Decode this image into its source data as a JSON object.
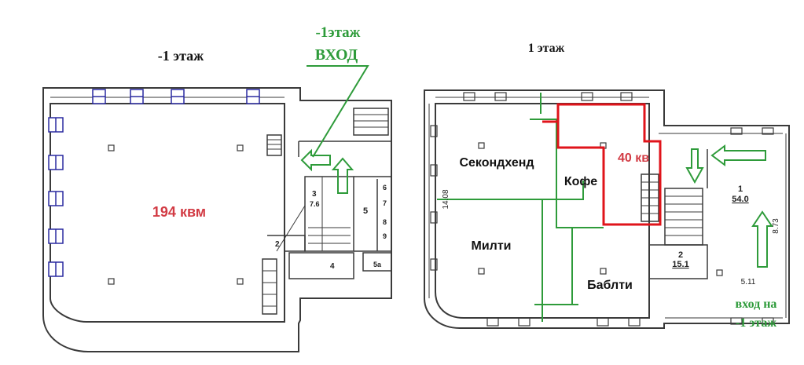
{
  "left_plan": {
    "title": "-1 этаж",
    "area": "194 квм",
    "entrance_floor": "-1этаж",
    "entrance_label": "ВХОД",
    "rooms": [
      "3",
      "7.6",
      "5",
      "2",
      "4",
      "5а",
      "6",
      "7",
      "8",
      "9"
    ]
  },
  "right_plan": {
    "title": "1 этаж",
    "tenants": {
      "secondhand": "Секондхенд",
      "coffee": "Кофе",
      "milti": "Милти",
      "babl": "Баблти"
    },
    "highlight_area": "40 кв",
    "room_1": "1",
    "room_1_area": "54.0",
    "room_2": "2",
    "room_2_area": "15.1",
    "dim_left": "14.08",
    "dim_right": "8.73",
    "dim_bottom": "5.11",
    "entrance_line1": "вход на",
    "entrance_line2": "-1 этаж"
  },
  "colors": {
    "wall": "#3a3a3a",
    "window": "#2a2aa0",
    "green": "#2e9b3a",
    "red": "#e0141b",
    "area_text": "#d23b44"
  }
}
